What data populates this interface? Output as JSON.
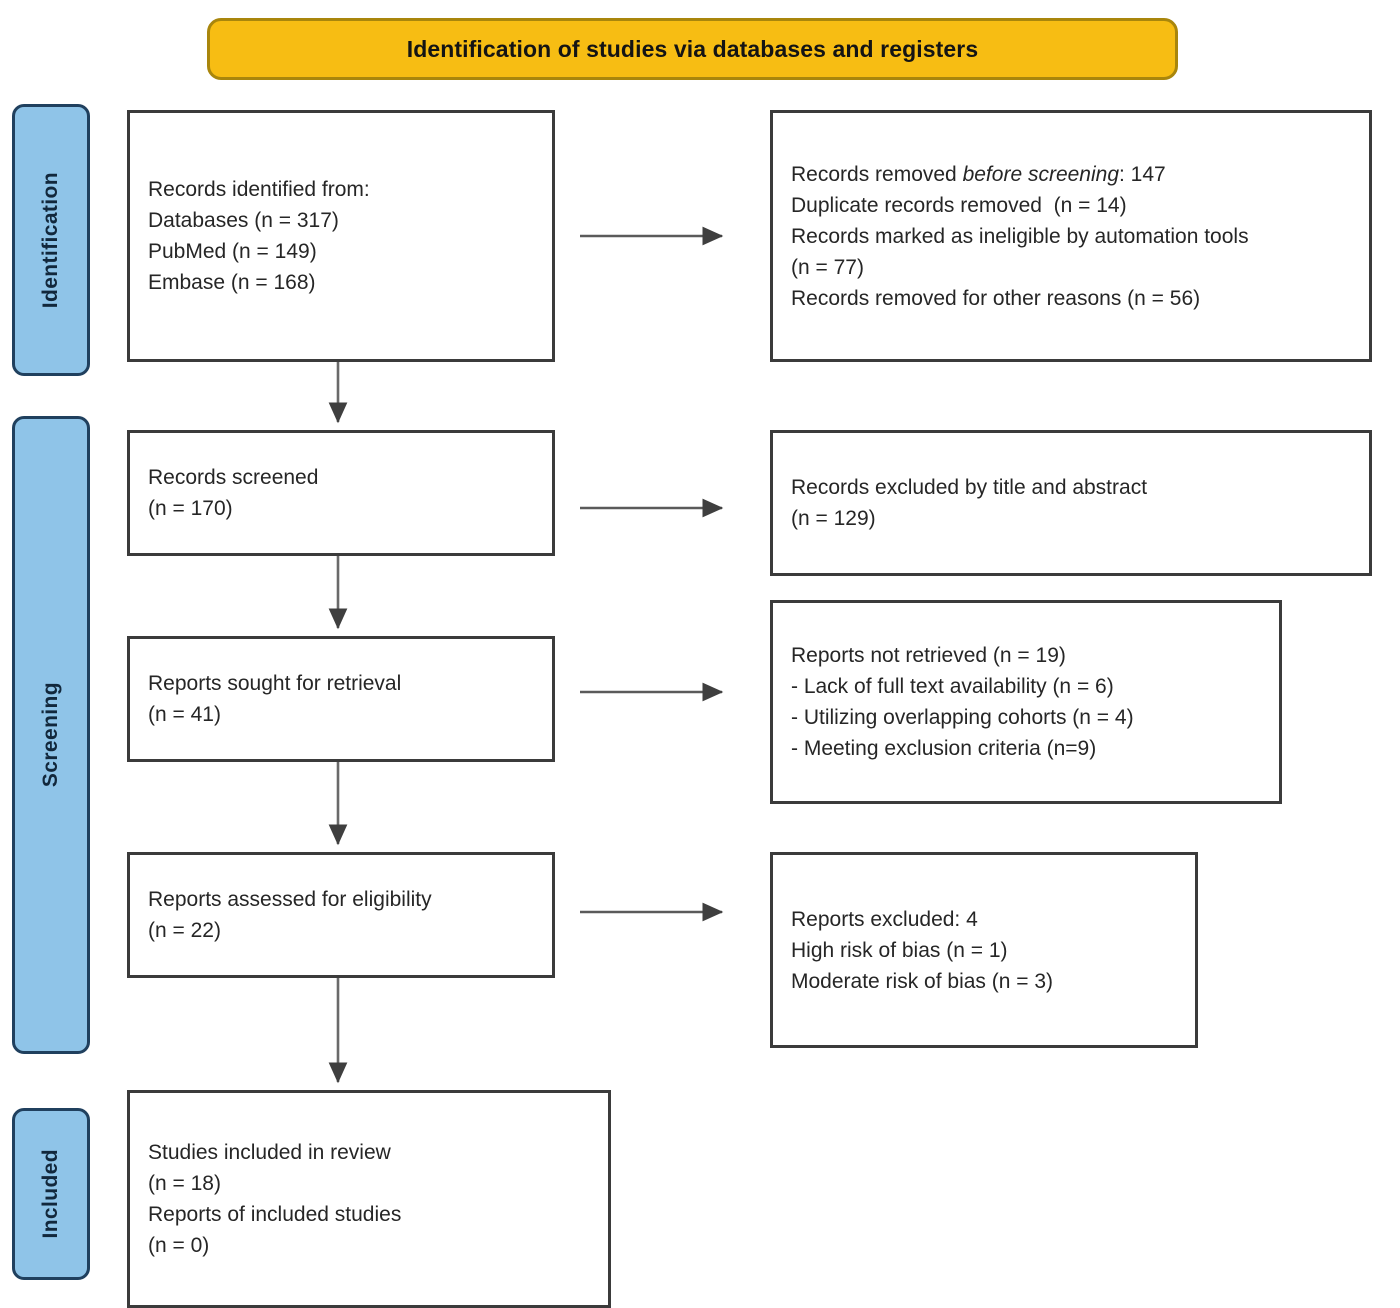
{
  "header": {
    "title": "Identification of studies via databases and registers",
    "bg_color": "#F7BD13",
    "border_color": "#A9860C"
  },
  "stages": {
    "identification": "Identification",
    "screening": "Screening",
    "included": "Included",
    "bg_color": "#8FC4E8",
    "border_color": "#20405E"
  },
  "boxes": {
    "identified": {
      "lines": [
        "Records identified from:",
        "Databases (n = 317)",
        "PubMed (n = 149)",
        "Embase (n = 168)"
      ]
    },
    "removed_before_screening": {
      "line1_prefix": "Records removed ",
      "line1_italic": "before screening",
      "line1_suffix": ": 147",
      "lines": [
        "Duplicate records removed  (n = 14)",
        "Records marked as ineligible by automation tools",
        "(n = 77)",
        "Records removed for other reasons (n = 56)"
      ]
    },
    "screened": {
      "lines": [
        "Records screened",
        "(n = 170)"
      ]
    },
    "excluded_title_abstract": {
      "lines": [
        "Records excluded by title and abstract",
        "(n = 129)"
      ]
    },
    "sought_for_retrieval": {
      "lines": [
        "Reports sought for retrieval",
        "(n = 41)"
      ]
    },
    "not_retrieved": {
      "lines": [
        "Reports not retrieved (n = 19)",
        "- Lack of full text availability (n = 6)",
        "- Utilizing overlapping cohorts (n = 4)",
        "- Meeting exclusion criteria (n=9)"
      ]
    },
    "assessed_for_eligibility": {
      "lines": [
        "Reports assessed for eligibility",
        "(n = 22)"
      ]
    },
    "reports_excluded": {
      "lines": [
        "Reports excluded: 4",
        "High risk of bias (n = 1)",
        "Moderate risk of bias (n = 3)"
      ]
    },
    "included": {
      "lines": [
        "Studies included in review",
        "(n = 18)",
        "Reports of included studies",
        "(n = 0)"
      ]
    }
  },
  "chart_data": {
    "type": "diagram",
    "title": "Identification of studies via databases and registers",
    "stages": [
      "Identification",
      "Screening",
      "Included"
    ],
    "nodes": [
      {
        "id": "identified",
        "stage": "Identification",
        "label": "Records identified from",
        "counts": {
          "Databases": 317,
          "PubMed": 149,
          "Embase": 168
        }
      },
      {
        "id": "removed_before_screening",
        "stage": "Identification",
        "label": "Records removed before screening",
        "total": 147,
        "counts": {
          "Duplicate records removed": 14,
          "Records marked as ineligible by automation tools": 77,
          "Records removed for other reasons": 56
        }
      },
      {
        "id": "screened",
        "stage": "Screening",
        "label": "Records screened",
        "n": 170
      },
      {
        "id": "excluded_title_abstract",
        "stage": "Screening",
        "label": "Records excluded by title and abstract",
        "n": 129
      },
      {
        "id": "sought_for_retrieval",
        "stage": "Screening",
        "label": "Reports sought for retrieval",
        "n": 41
      },
      {
        "id": "not_retrieved",
        "stage": "Screening",
        "label": "Reports not retrieved",
        "n": 19,
        "counts": {
          "Lack of full text availability": 6,
          "Utilizing overlapping cohorts": 4,
          "Meeting exclusion criteria": 9
        }
      },
      {
        "id": "assessed_for_eligibility",
        "stage": "Screening",
        "label": "Reports assessed for eligibility",
        "n": 22
      },
      {
        "id": "reports_excluded",
        "stage": "Screening",
        "label": "Reports excluded",
        "n": 4,
        "counts": {
          "High risk of bias": 1,
          "Moderate risk of bias": 3
        }
      },
      {
        "id": "included",
        "stage": "Included",
        "label": "Studies included in review",
        "n": 18,
        "counts": {
          "Reports of included studies": 0
        }
      }
    ],
    "edges": [
      {
        "from": "identified",
        "to": "removed_before_screening",
        "direction": "right"
      },
      {
        "from": "identified",
        "to": "screened",
        "direction": "down"
      },
      {
        "from": "screened",
        "to": "excluded_title_abstract",
        "direction": "right"
      },
      {
        "from": "screened",
        "to": "sought_for_retrieval",
        "direction": "down"
      },
      {
        "from": "sought_for_retrieval",
        "to": "not_retrieved",
        "direction": "right"
      },
      {
        "from": "sought_for_retrieval",
        "to": "assessed_for_eligibility",
        "direction": "down"
      },
      {
        "from": "assessed_for_eligibility",
        "to": "reports_excluded",
        "direction": "right"
      },
      {
        "from": "assessed_for_eligibility",
        "to": "included",
        "direction": "down"
      }
    ]
  }
}
